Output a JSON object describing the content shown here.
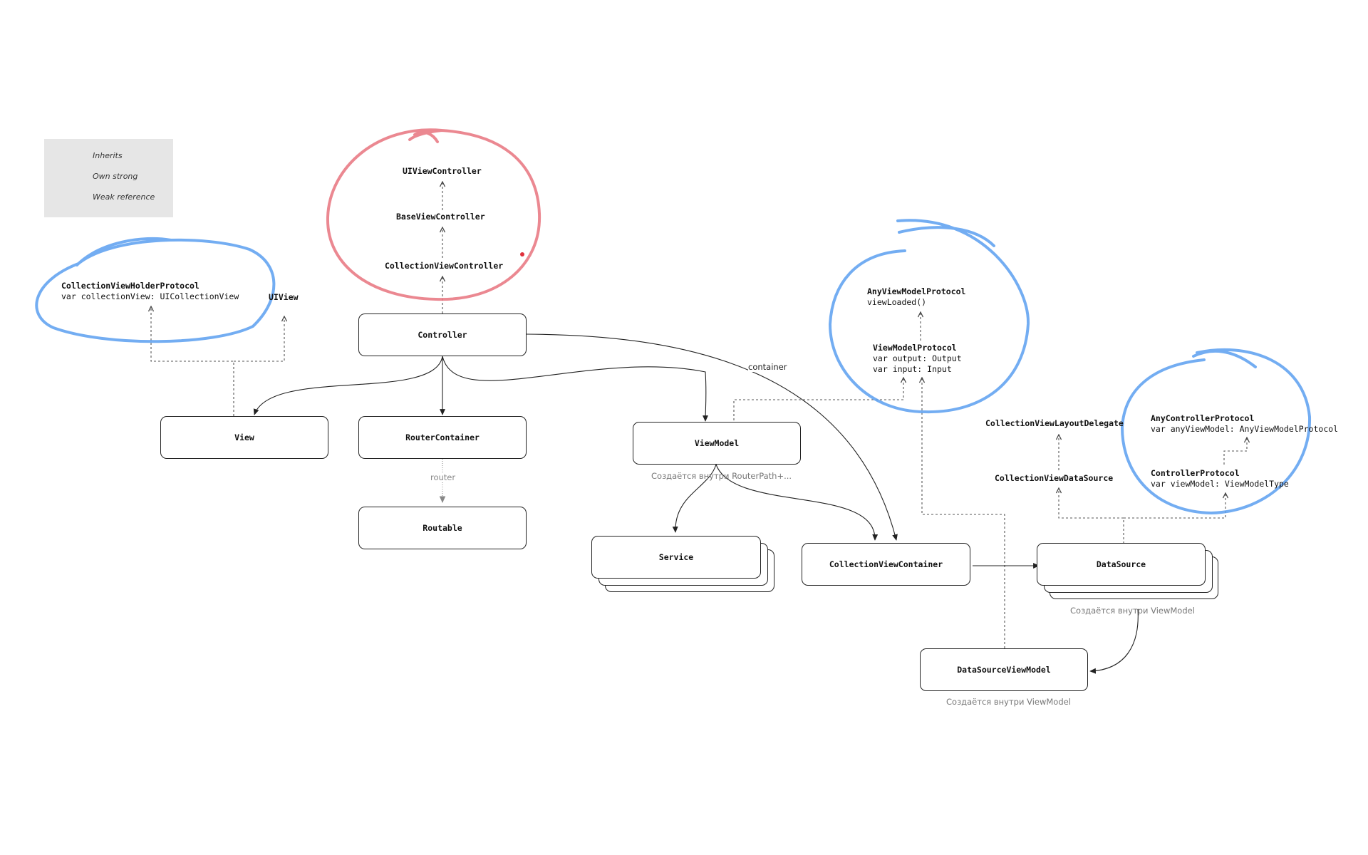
{
  "legend": {
    "inherits": "Inherits",
    "own_strong": "Own strong",
    "weak_reference": "Weak reference"
  },
  "nodes": {
    "ui_view_controller": "UIViewController",
    "base_view_controller": "BaseViewController",
    "collection_view_controller": "CollectionViewController",
    "controller": "Controller",
    "view": "View",
    "router_container": "RouterContainer",
    "routable": "Routable",
    "view_model": "ViewModel",
    "service": "Service",
    "collection_view_container": "CollectionViewContainer",
    "data_source": "DataSource",
    "data_source_view_model": "DataSourceViewModel",
    "ui_view": "UIView",
    "collection_view_layout_delegate": "CollectionViewLayoutDelegate",
    "collection_view_data_source": "CollectionViewDataSource"
  },
  "protocols": {
    "collection_view_holder": {
      "name": "CollectionViewHolderProtocol",
      "members": [
        "var collectionView: UICollectionView"
      ]
    },
    "any_view_model": {
      "name": "AnyViewModelProtocol",
      "members": [
        "viewLoaded()"
      ]
    },
    "view_model": {
      "name": "ViewModelProtocol",
      "members": [
        "var output: Output",
        "var input: Input"
      ]
    },
    "any_controller": {
      "name": "AnyControllerProtocol",
      "members": [
        "var anyViewModel: AnyViewModelProtocol"
      ]
    },
    "controller": {
      "name": "ControllerProtocol",
      "members": [
        "var viewModel: ViewModelType"
      ]
    }
  },
  "edge_labels": {
    "container": "container",
    "router": "router"
  },
  "notes": {
    "view_model_created": "Создаётся внутри RouterPath+...",
    "data_source_created": "Создаётся внутри ViewModel",
    "data_source_view_model_created": "Создаётся внутри ViewModel"
  },
  "colors": {
    "red_highlight": "#e8737e",
    "blue_highlight": "#5b9ff0",
    "legend_background": "#e6e6e6",
    "box_border": "#222222",
    "note_text": "#777777"
  }
}
